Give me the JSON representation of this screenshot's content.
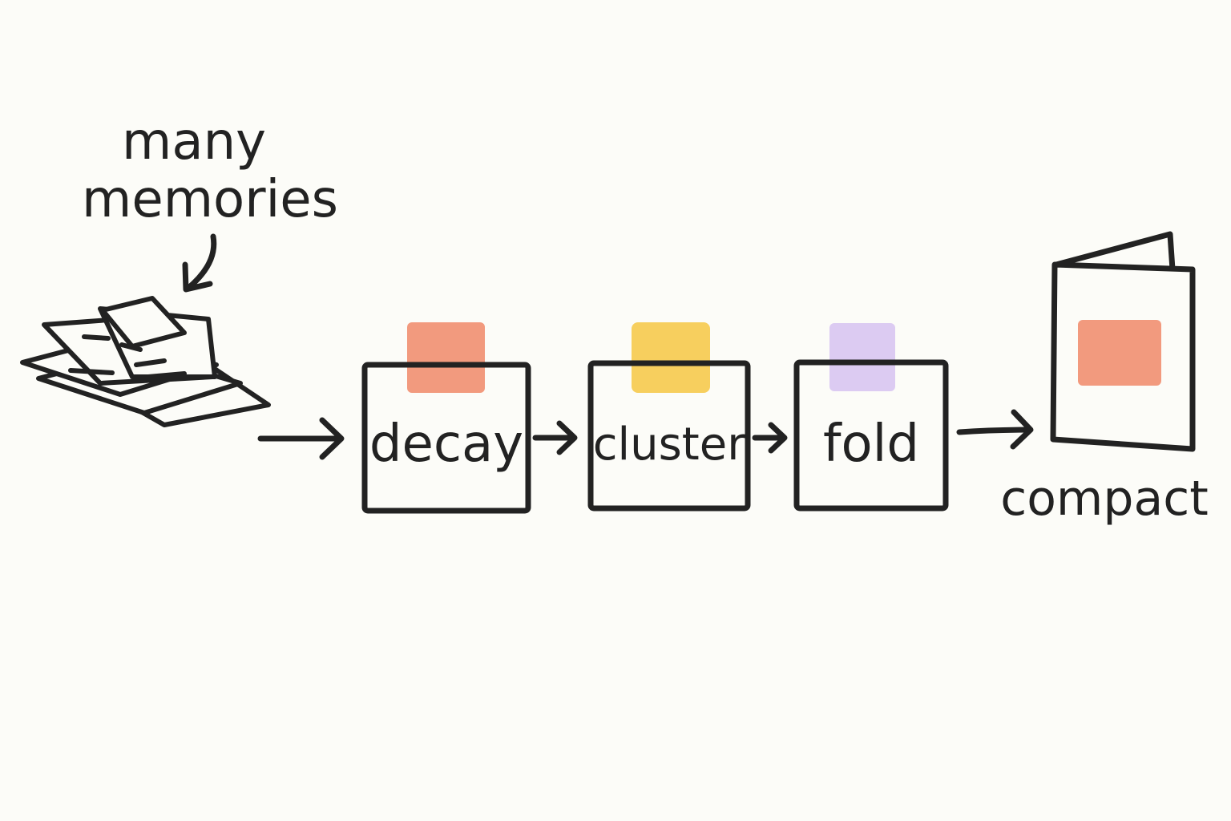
{
  "source": {
    "label_line1": "many",
    "label_line2": "memories"
  },
  "stages": [
    {
      "label": "decay",
      "tab_color": "#f29a7e"
    },
    {
      "label": "cluster",
      "tab_color": "#f7cf5e"
    },
    {
      "label": "fold",
      "tab_color": "#dccbf2"
    }
  ],
  "result": {
    "label": "compact",
    "patch_color": "#f29a7e"
  },
  "colors": {
    "ink": "#222222",
    "background": "#fcfcf8",
    "paper": "#fcfcf8"
  }
}
